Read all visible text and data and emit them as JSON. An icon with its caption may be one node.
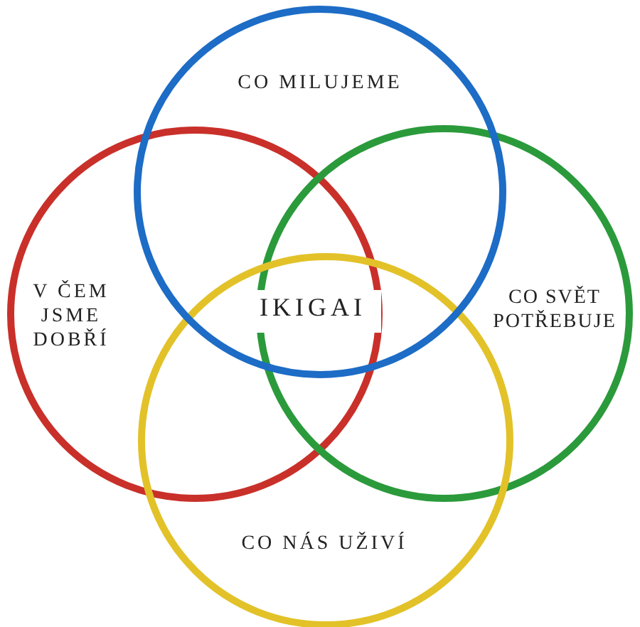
{
  "diagram": {
    "nodes": [
      {
        "text": [
          "CO MILUJEME"
        ]
      },
      {
        "text": [
          "V ČEM JSME DOBŘÍ"
        ]
      },
      {
        "text": [
          "CO SVĚT POTŘEBUJE"
        ]
      },
      {
        "text": [
          "IKIGAI"
        ]
      },
      {
        "text": [
          "CO NÁS UŽIVÍ"
        ]
      }
    ]
  }
}
